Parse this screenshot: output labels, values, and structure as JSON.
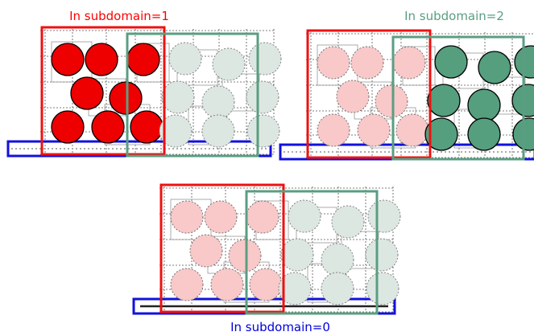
{
  "panels": [
    {
      "caption": "In subdomain=1",
      "caption_color": "#ff0000",
      "active": 1
    },
    {
      "caption": "In subdomain=2",
      "caption_color": "#5a9e82",
      "active": 2
    },
    {
      "caption": "In subdomain=0",
      "caption_color": "#0000dd",
      "active": 0
    }
  ],
  "colors": {
    "subdomain_1_box": "#ee1111",
    "subdomain_2_box": "#5a9e82",
    "subdomain_0_box": "#1111dd",
    "active_red_fill": "#ee0000",
    "active_green_fill": "#559e7e",
    "inactive_red_fill": "#f9c8c8",
    "inactive_green_fill": "#dde7e2"
  }
}
